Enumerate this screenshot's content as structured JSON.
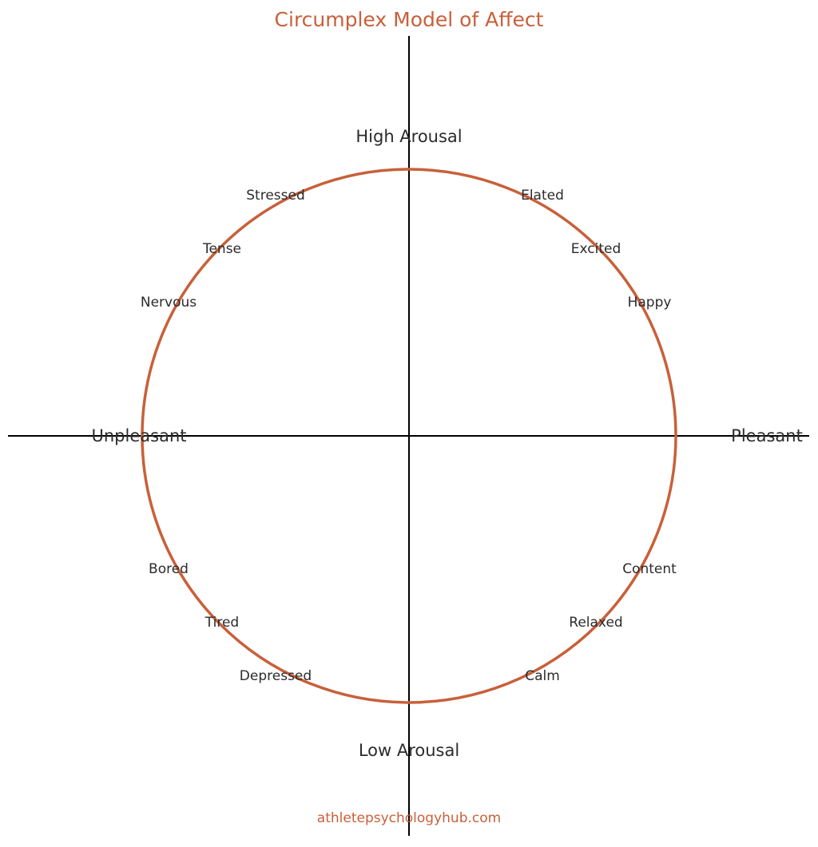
{
  "title": "Circumplex Model of Affect",
  "footer": "athletepsychologyhub.com",
  "colors": {
    "accent": "#c8603a",
    "axis": "#000000",
    "text": "#2b2b2b"
  },
  "axes": {
    "top": "High Arousal",
    "bottom": "Low Arousal",
    "left": "Unpleasant",
    "right": "Pleasant"
  },
  "emotions": {
    "stressed": "Stressed",
    "tense": "Tense",
    "nervous": "Nervous",
    "elated": "Elated",
    "excited": "Excited",
    "happy": "Happy",
    "bored": "Bored",
    "tired": "Tired",
    "depressed": "Depressed",
    "content": "Content",
    "relaxed": "Relaxed",
    "calm": "Calm"
  },
  "chart_data": {
    "type": "scatter",
    "title": "Circumplex Model of Affect",
    "xlabel": "Unpleasant ↔ Pleasant",
    "ylabel": "Low Arousal ↔ High Arousal",
    "xlim": [
      -1.5,
      1.5
    ],
    "ylim": [
      -1.5,
      1.5
    ],
    "circle_radius": 1.0,
    "points": [
      {
        "label": "Elated",
        "x": 0.5,
        "y": 0.9
      },
      {
        "label": "Excited",
        "x": 0.7,
        "y": 0.7
      },
      {
        "label": "Happy",
        "x": 0.9,
        "y": 0.5
      },
      {
        "label": "Stressed",
        "x": -0.5,
        "y": 0.9
      },
      {
        "label": "Tense",
        "x": -0.7,
        "y": 0.7
      },
      {
        "label": "Nervous",
        "x": -0.9,
        "y": 0.5
      },
      {
        "label": "Bored",
        "x": -0.9,
        "y": -0.5
      },
      {
        "label": "Tired",
        "x": -0.7,
        "y": -0.7
      },
      {
        "label": "Depressed",
        "x": -0.5,
        "y": -0.9
      },
      {
        "label": "Content",
        "x": 0.9,
        "y": -0.5
      },
      {
        "label": "Relaxed",
        "x": 0.7,
        "y": -0.7
      },
      {
        "label": "Calm",
        "x": 0.5,
        "y": -0.9
      }
    ],
    "axis_labels": {
      "top": "High Arousal",
      "bottom": "Low Arousal",
      "left": "Unpleasant",
      "right": "Pleasant"
    },
    "grid": false,
    "legend": null
  }
}
